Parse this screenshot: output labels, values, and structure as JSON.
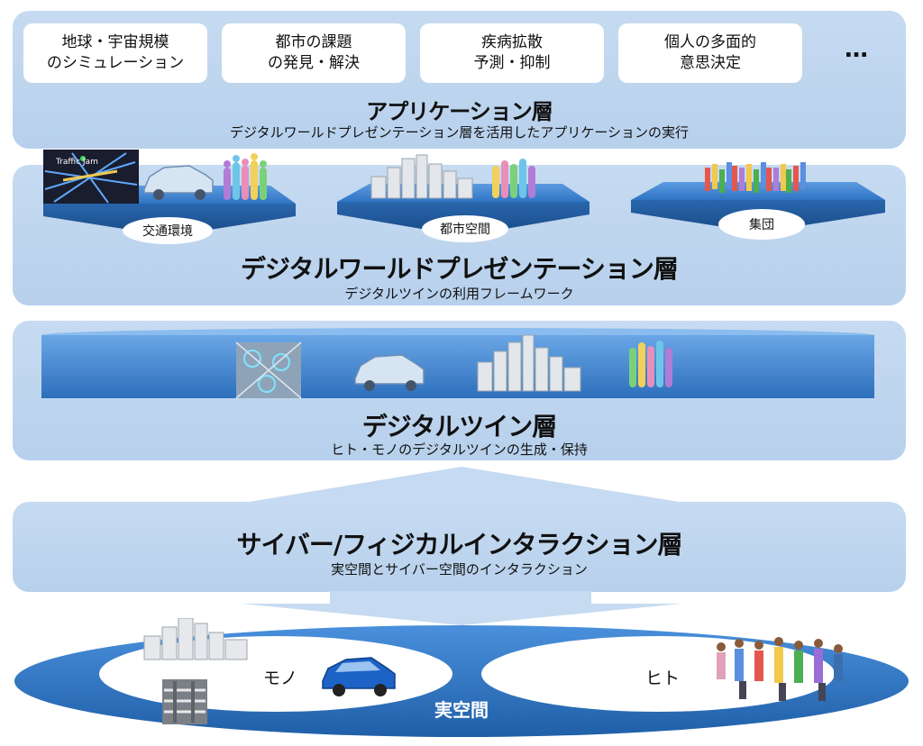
{
  "application_layer": {
    "cards": [
      {
        "label": "地球・宇宙規模\nのシミュレーション"
      },
      {
        "label": "都市の課題\nの発見・解決"
      },
      {
        "label": "疾病拡散\n予測・抑制"
      },
      {
        "label": "個人の多面的\n意思決定"
      }
    ],
    "ellipsis": "…",
    "title": "アプリケーション層",
    "subtitle": "デジタルワールドプレゼンテーション層を活用したアプリケーションの実行"
  },
  "presentation_layer": {
    "traffic_sign": "Traffic Jam",
    "platforms": [
      {
        "label": "交通環境"
      },
      {
        "label": "都市空間"
      },
      {
        "label": "集団"
      }
    ],
    "title": "デジタルワールドプレゼンテーション層",
    "subtitle": "デジタルツインの利用フレームワーク"
  },
  "twin_layer": {
    "title": "デジタルツイン層",
    "subtitle": "ヒト・モノのデジタルツインの生成・保持"
  },
  "interaction_layer": {
    "title": "サイバー/フィジカルインタラクション層",
    "subtitle": "実空間とサイバー空間のインタラクション"
  },
  "real_space": {
    "title": "実空間",
    "left_label": "モノ",
    "right_label": "ヒト"
  },
  "colors": {
    "layer_bg": "#bdd5ee",
    "platform_blue": "#3b7fc9",
    "dark_blue": "#1f5fa8"
  }
}
